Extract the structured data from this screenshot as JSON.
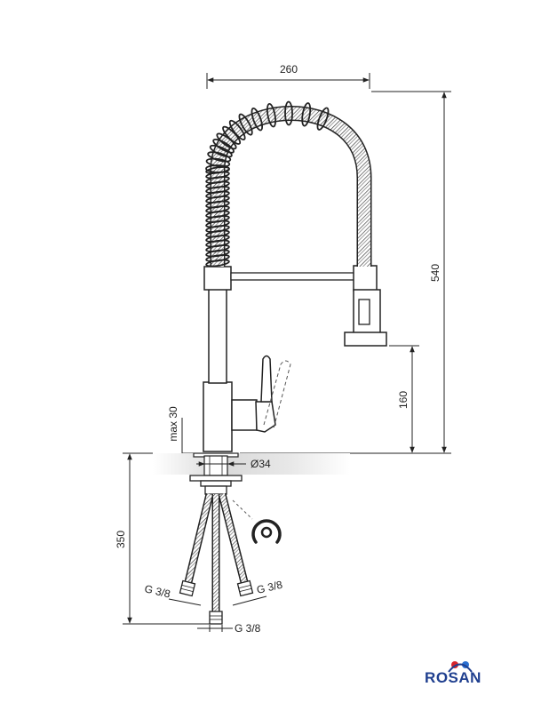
{
  "dimensions": {
    "width_top": "260",
    "height_total": "540",
    "spout_height": "160",
    "max_counter": "max 30",
    "hole_diameter": "Ø34",
    "hose_length": "350",
    "thread_left": "G 3/8",
    "thread_right": "G 3/8",
    "thread_center": "G 3/8"
  },
  "brand": {
    "name": "ROSAN",
    "colors": {
      "primary": "#1f3f8f",
      "accent_red": "#d8232a",
      "accent_blue": "#2a6fd0"
    }
  }
}
